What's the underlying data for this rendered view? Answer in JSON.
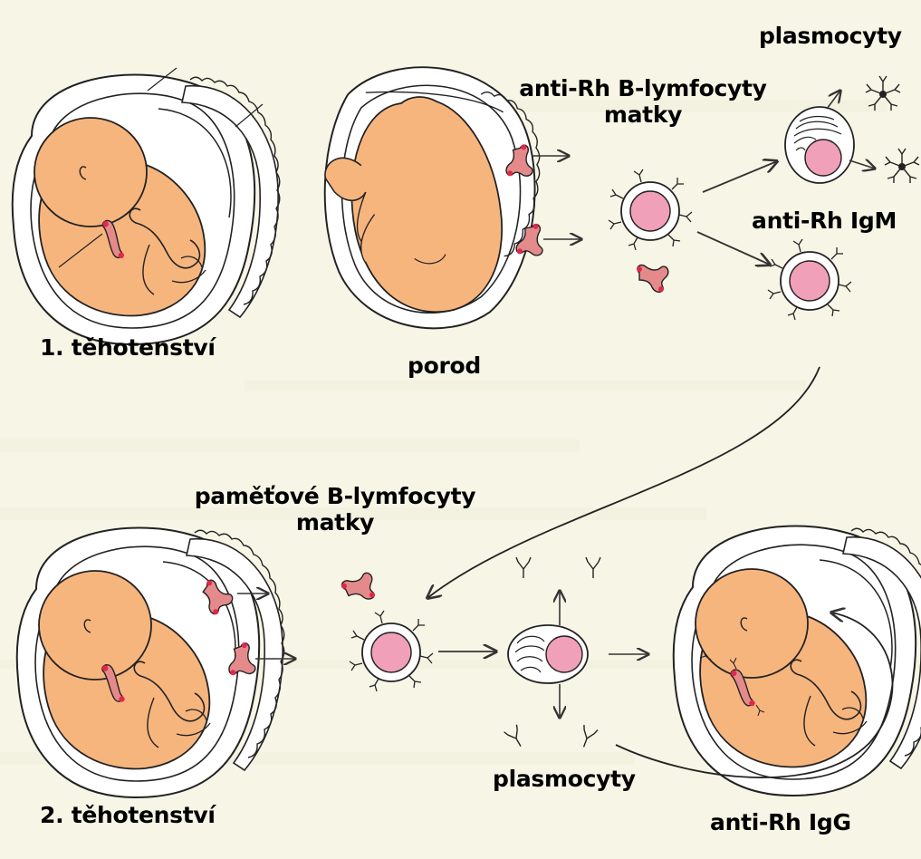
{
  "colors": {
    "background": "#f7f6e6",
    "fetus_skin": "#f7b57e",
    "cell_nucleus": "#f0a0b8",
    "rbc": "#e58a8a",
    "antigen": "#e0284a",
    "outline": "#222222"
  },
  "labels": {
    "pregnancy1": "1. těhotenství",
    "birth": "porod",
    "anti_rh_b_lymphocytes_line1": "anti-Rh B-lymfocyty",
    "anti_rh_b_lymphocytes_line2": "matky",
    "plasma_cells_top": "plasmocyty",
    "anti_rh_igm": "anti-Rh IgM",
    "memory_b_lymphocytes_line1": "paměťové B-lymfocyty",
    "memory_b_lymphocytes_line2": "matky",
    "pregnancy2": "2. těhotenství",
    "plasma_cells_bottom": "plasmocyty",
    "anti_rh_igg": "anti-Rh IgG"
  }
}
